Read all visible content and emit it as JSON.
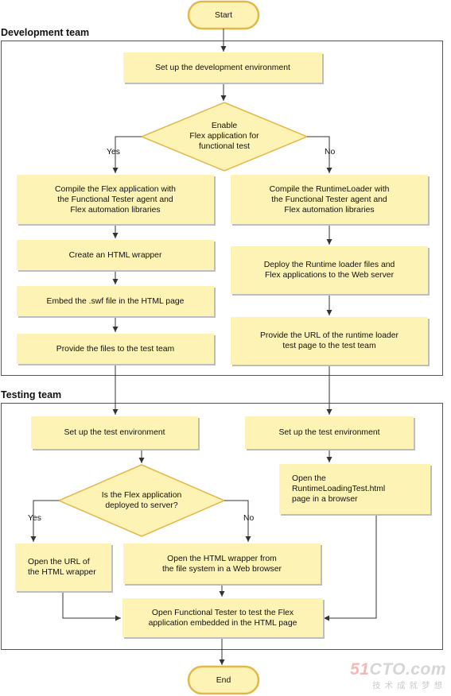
{
  "lanes": {
    "development": "Development team",
    "testing": "Testing team"
  },
  "terminals": {
    "start": "Start",
    "end": "End"
  },
  "development": {
    "setup": "Set up the development environment",
    "decision": "Enable\nFlex application for\nfunctional test",
    "yes": "Yes",
    "no": "No",
    "compile_flex": "Compile the Flex application with\nthe Functional Tester agent and\nFlex automation libraries",
    "compile_runtime": "Compile the RuntimeLoader with\nthe Functional Tester agent and\nFlex automation libraries",
    "create_wrapper": "Create an HTML wrapper",
    "embed_swf": "Embed the .swf file in the HTML page",
    "provide_files": "Provide the files to the test team",
    "deploy_runtime": "Deploy the Runtime loader files and\nFlex applications to the Web server",
    "provide_url": "Provide the URL of the runtime loader\ntest page to the test team"
  },
  "testing": {
    "setup_left": "Set up the test environment",
    "setup_right": "Set up the test environment",
    "decision": "Is the Flex application\ndeployed to server?",
    "yes": "Yes",
    "no": "No",
    "open_runtime_page": "Open the\nRuntimeLoadingTest.html\npage in a browser",
    "open_url": "Open the URL of\nthe HTML wrapper",
    "open_wrapper_fs": "Open the HTML wrapper from\nthe file system in a Web browser",
    "open_tester": "Open  Functional Tester to test the Flex\napplication embedded in the HTML page"
  },
  "watermark": {
    "num": "51",
    "brand": "CTO.com",
    "tagline": "技术成就梦想"
  },
  "colors": {
    "node_fill": "#fdf3b4",
    "node_stroke": "#e3b84a",
    "lane_border": "#555555",
    "connector": "#333333"
  }
}
